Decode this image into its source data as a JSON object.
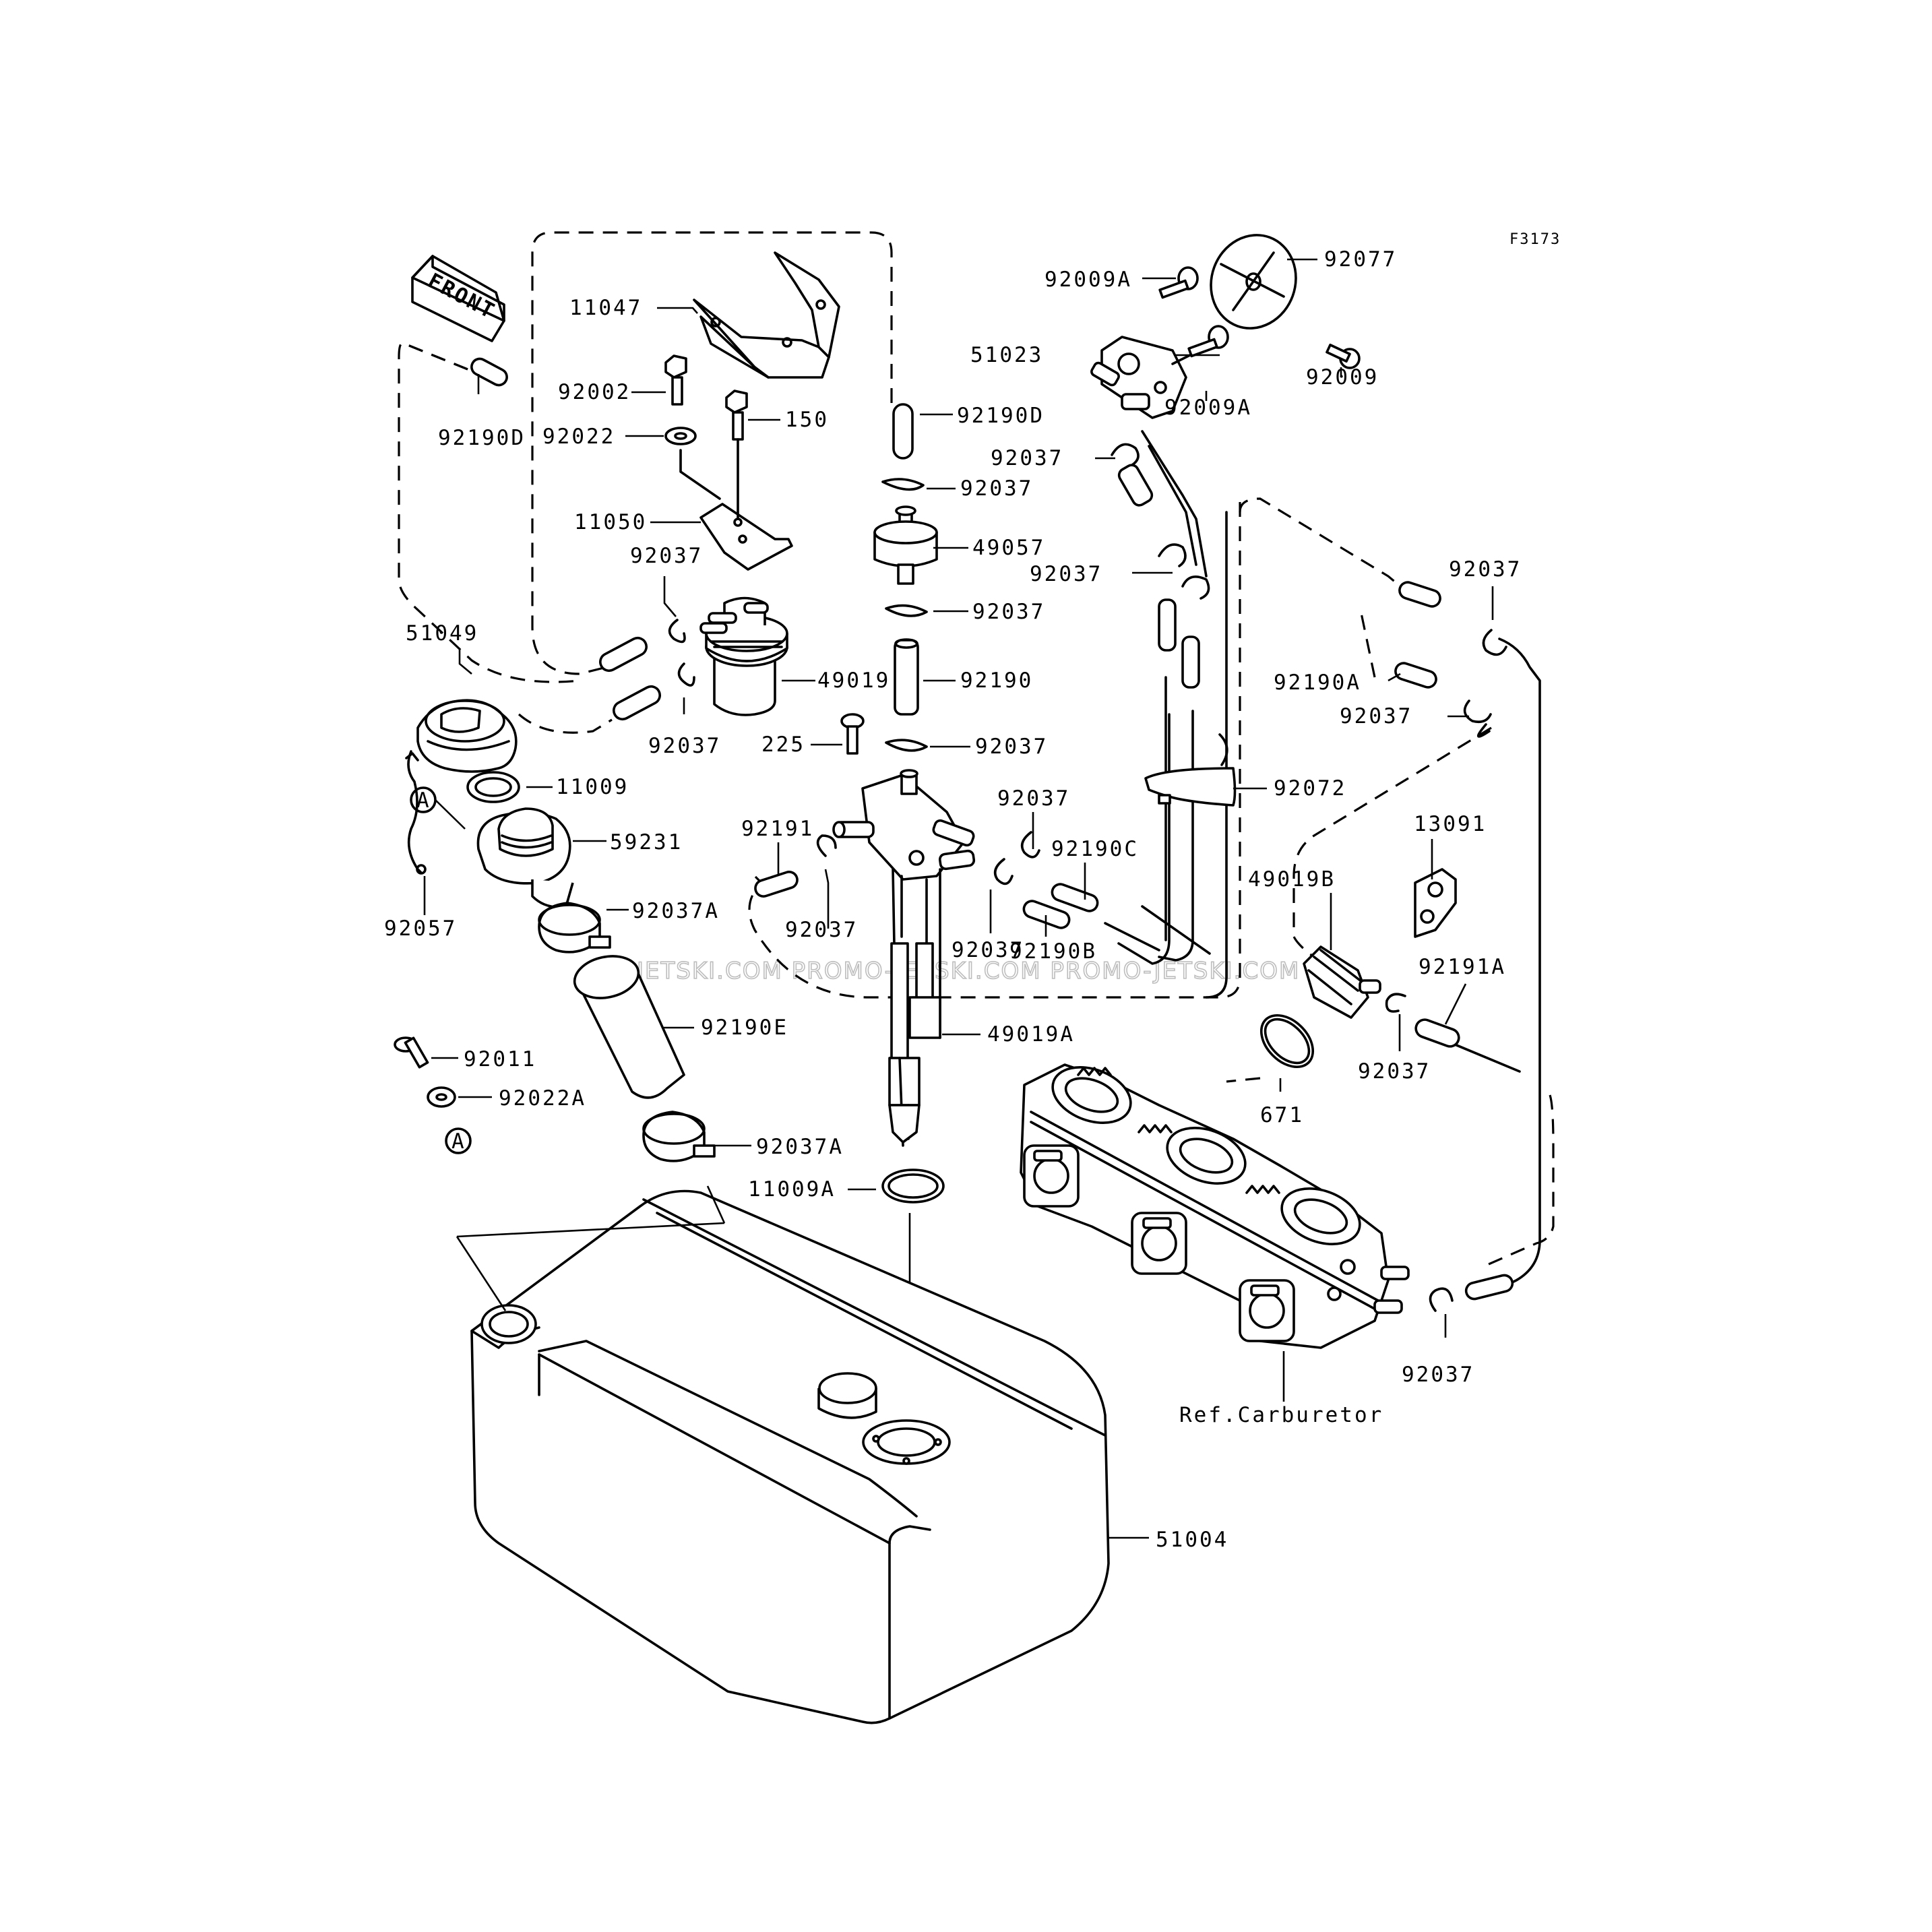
{
  "code": "F3173",
  "front_sign": "FRONT",
  "watermark": "JETSKI.COM  PROMO-JETSKI.COM  PROMO-JETSKI.COM",
  "reference_note": "Ref.Carburetor",
  "callout_marker": "A",
  "part_labels": {
    "p11047": "11047",
    "p92002": "92002",
    "p92022": "92022",
    "p150": "150",
    "p11050": "11050",
    "p92190D_a": "92190D",
    "p92190D_b": "92190D",
    "p92037_a": "92037",
    "p92037_b": "92037",
    "p92037_c": "92037",
    "p92037_d": "92037",
    "p92037_e": "92037",
    "p92037_f": "92037",
    "p92037_g": "92037",
    "p92037_h": "92037",
    "p92037_i": "92037",
    "p92037_j": "92037",
    "p92037_k": "92037",
    "p92037_l": "92037",
    "p92037_m": "92037",
    "p92037_n": "92037",
    "p49057": "49057",
    "p49019": "49019",
    "p92190": "92190",
    "p51049": "51049",
    "p11009": "11009",
    "p59231": "59231",
    "p92057": "92057",
    "p92037A_a": "92037A",
    "p92037A_b": "92037A",
    "p92190E": "92190E",
    "p92011": "92011",
    "p92022A": "92022A",
    "p225": "225",
    "p92191": "92191",
    "p49019A": "49019A",
    "p11009A": "11009A",
    "p51004": "51004",
    "p92009A_a": "92009A",
    "p92009A_b": "92009A",
    "p92077": "92077",
    "p51023": "51023",
    "p92009": "92009",
    "p92072": "92072",
    "p92190A": "92190A",
    "p92190C": "92190C",
    "p92190B": "92190B",
    "p13091": "13091",
    "p49019B": "49019B",
    "p92191A": "92191A",
    "p671": "671"
  }
}
